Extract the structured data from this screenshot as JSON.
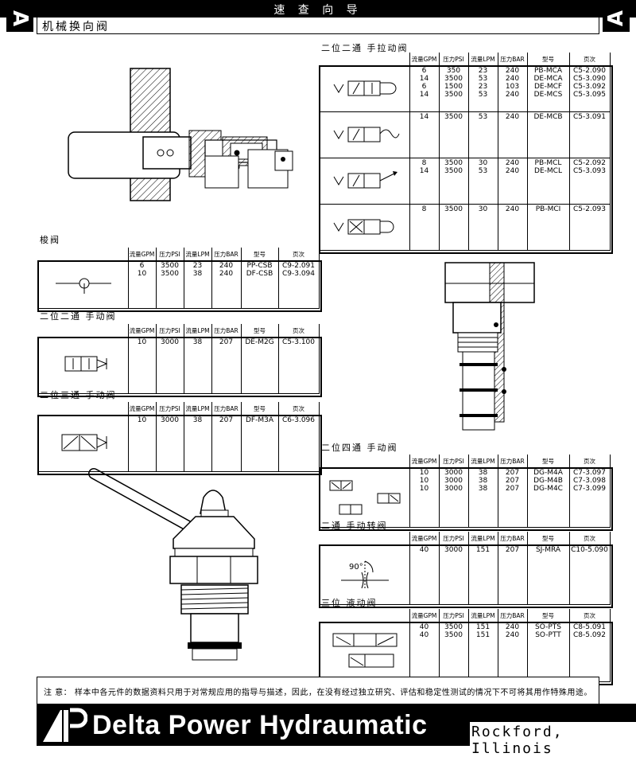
{
  "header": {
    "title": "速 查 向 导",
    "letter": "A",
    "section": "机械换向阀"
  },
  "headers": [
    "流量GPM",
    "压力PSI",
    "流量LPM",
    "压力BAR",
    "型号",
    "页次"
  ],
  "tables": {
    "pull": {
      "title": "二位二通 手拉动阀",
      "rows": [
        {
          "gpm": [
            "6",
            "14",
            "6",
            "14"
          ],
          "psi": [
            "350",
            "3500",
            "1500",
            "3500"
          ],
          "lpm": [
            "23",
            "53",
            "23",
            "53"
          ],
          "bar": [
            "240",
            "240",
            "103",
            "240"
          ],
          "model": [
            "PB-MCA",
            "DE-MCA",
            "DE-MCF",
            "DE-MCS"
          ],
          "page": [
            "C5-2.090",
            "C5-3.090",
            "C5-3.092",
            "C5-3.095"
          ]
        },
        {
          "gpm": [
            "14"
          ],
          "psi": [
            "3500"
          ],
          "lpm": [
            "53"
          ],
          "bar": [
            "240"
          ],
          "model": [
            "DE-MCB"
          ],
          "page": [
            "C5-3.091"
          ]
        },
        {
          "gpm": [
            "8",
            "14"
          ],
          "psi": [
            "3500",
            "3500"
          ],
          "lpm": [
            "30",
            "53"
          ],
          "bar": [
            "240",
            "240"
          ],
          "model": [
            "PB-MCL",
            "DE-MCL"
          ],
          "page": [
            "C5-2.092",
            "C5-3.093"
          ]
        },
        {
          "gpm": [
            "8"
          ],
          "psi": [
            "3500"
          ],
          "lpm": [
            "30"
          ],
          "bar": [
            "240"
          ],
          "model": [
            "PB-MCI"
          ],
          "page": [
            "C5-2.093"
          ]
        }
      ]
    },
    "shuttle": {
      "title": "梭阀",
      "rows": [
        {
          "gpm": [
            "6",
            "10"
          ],
          "psi": [
            "3500",
            "3500"
          ],
          "lpm": [
            "23",
            "38"
          ],
          "bar": [
            "240",
            "240"
          ],
          "model": [
            "PP-CSB",
            "DF-CSB"
          ],
          "page": [
            "C9-2.091",
            "C9-3.094"
          ]
        }
      ]
    },
    "manual2": {
      "title": "二位二通 手动阀",
      "rows": [
        {
          "gpm": [
            "10"
          ],
          "psi": [
            "3000"
          ],
          "lpm": [
            "38"
          ],
          "bar": [
            "207"
          ],
          "model": [
            "DE-M2G"
          ],
          "page": [
            "C5-3.100"
          ]
        }
      ]
    },
    "manual3": {
      "title": "二位三通 手动阀",
      "rows": [
        {
          "gpm": [
            "10"
          ],
          "psi": [
            "3000"
          ],
          "lpm": [
            "38"
          ],
          "bar": [
            "207"
          ],
          "model": [
            "DF-M3A"
          ],
          "page": [
            "C6-3.096"
          ]
        }
      ]
    },
    "manual4": {
      "title": "二位四通 手动阀",
      "rows": [
        {
          "gpm": [
            "10",
            "10",
            "10"
          ],
          "psi": [
            "3000",
            "3000",
            "3000"
          ],
          "lpm": [
            "38",
            "38",
            "38"
          ],
          "bar": [
            "207",
            "207",
            "207"
          ],
          "model": [
            "DG-M4A",
            "DG-M4B",
            "DG-M4C"
          ],
          "page": [
            "C7-3.097",
            "C7-3.098",
            "C7-3.099"
          ]
        }
      ]
    },
    "rotary": {
      "title": "二通 手动转阀",
      "symbol_label": "90°",
      "rows": [
        {
          "gpm": [
            "40"
          ],
          "psi": [
            "3000"
          ],
          "lpm": [
            "151"
          ],
          "bar": [
            "207"
          ],
          "model": [
            "SJ-MRA"
          ],
          "page": [
            "C10-5.090"
          ]
        }
      ]
    },
    "hydraulic": {
      "title": "三位 液动阀",
      "rows": [
        {
          "gpm": [
            "40",
            "40"
          ],
          "psi": [
            "3500",
            "3500"
          ],
          "lpm": [
            "151",
            "151"
          ],
          "bar": [
            "240",
            "240"
          ],
          "model": [
            "SO-PTS",
            "SO-PTT"
          ],
          "page": [
            "C8-5.091",
            "C8-5.092"
          ]
        }
      ]
    }
  },
  "note": "注 意： 样本中各元件的数据资料只用于对常规应用的指导与描述，因此，在没有经过独立研究、评估和稳定性测试的情况下不可将其用作特殊用途。",
  "footer": {
    "brand": "Delta Power Hydraumatic",
    "location": "Rockford, Illinois"
  }
}
